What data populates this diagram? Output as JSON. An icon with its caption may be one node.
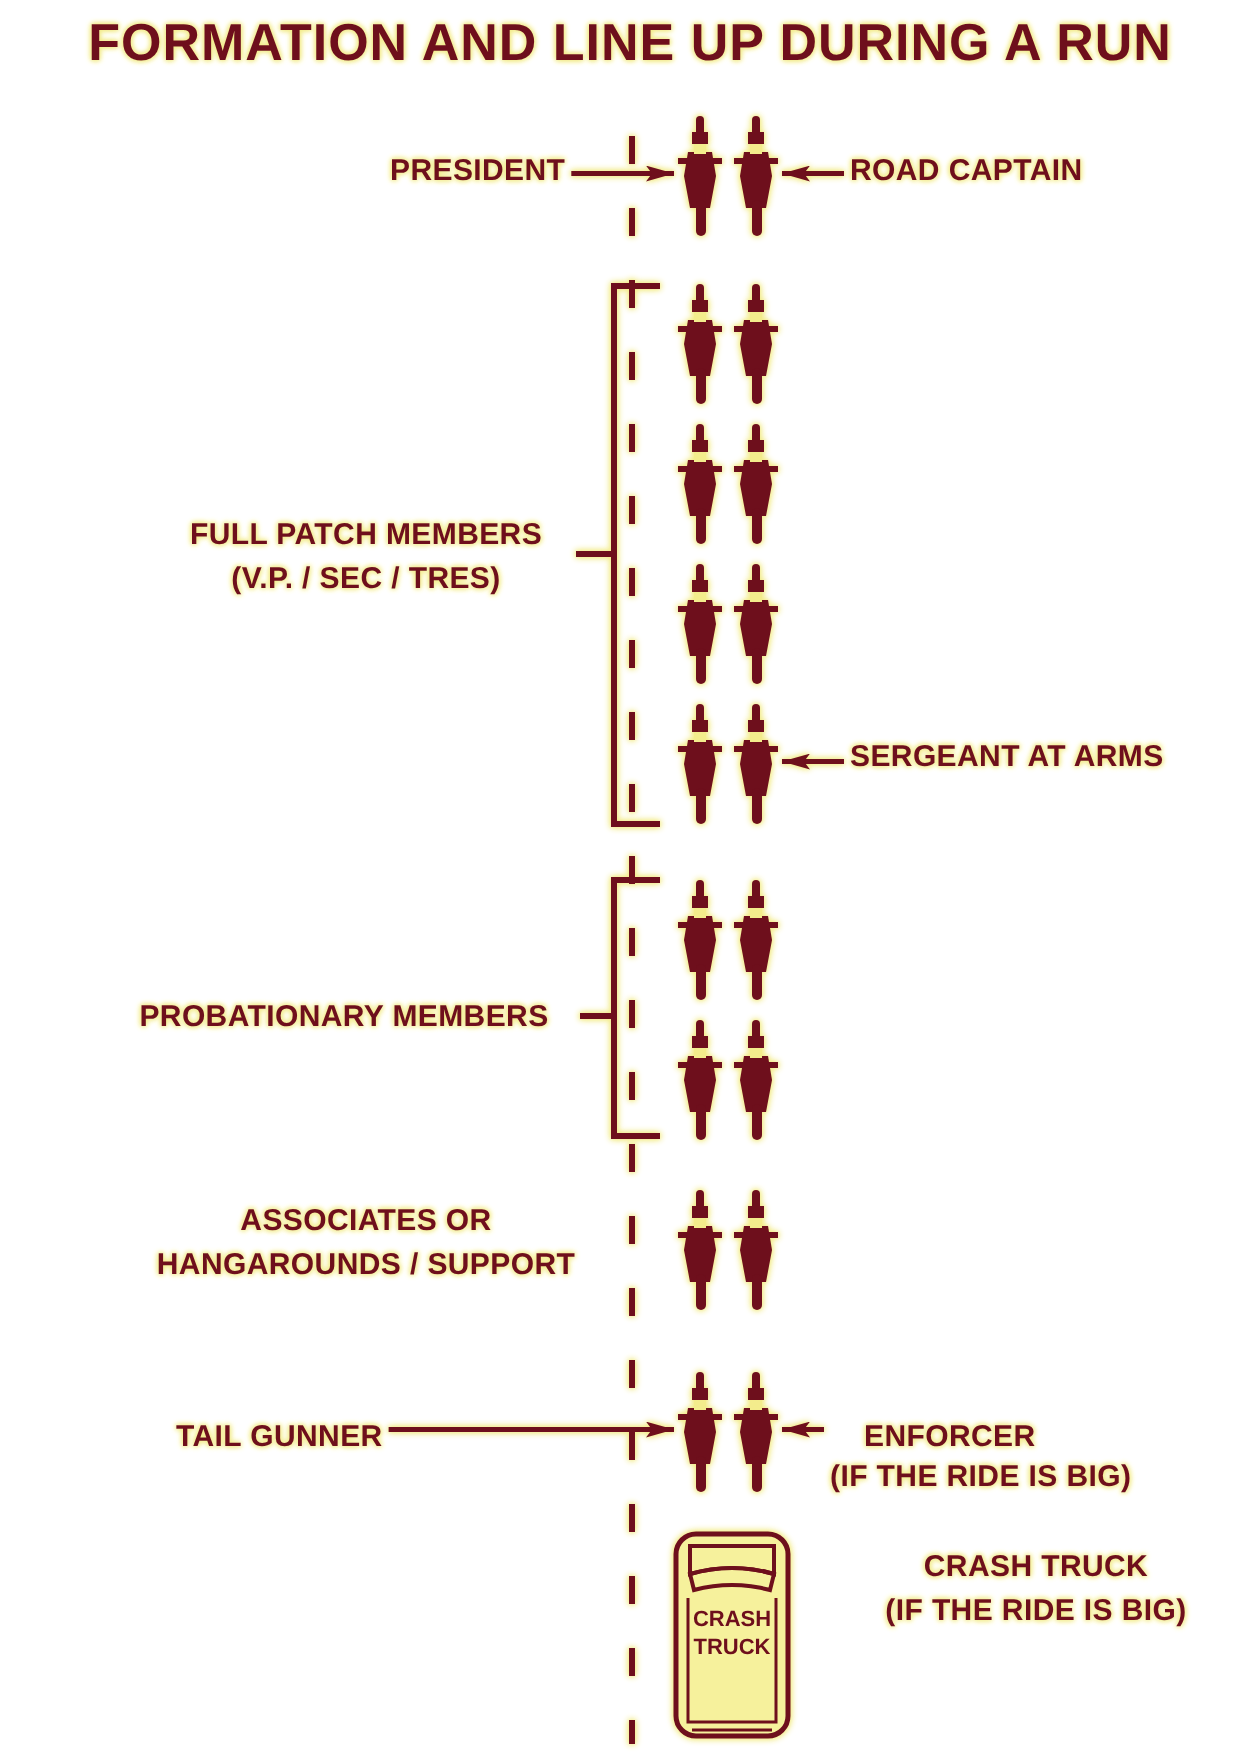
{
  "diagram": {
    "title": "FORMATION AND LINE UP DURING A RUN",
    "nodes": [
      {
        "text": [
          "PRESIDENT"
        ]
      },
      {
        "text": [],
        "shape": "picture"
      },
      {
        "text": [],
        "shape": "picture"
      },
      {
        "text": [
          "ROAD CAPTAIN"
        ]
      },
      {
        "text": [
          "SERGEANT AT ARMS"
        ]
      },
      {
        "text": [],
        "shape": "picture"
      },
      {
        "text": [
          "TAIL GUNNER"
        ]
      },
      {
        "text": [],
        "shape": "picture"
      },
      {
        "text": [],
        "shape": "picture"
      },
      {
        "text": [
          "ENFORCER",
          "(IF THE RIDE IS BIG)"
        ]
      },
      {
        "text": [
          "CRASH TRUCK"
        ],
        "beside": [
          "CRASH TRUCK",
          "(IF THE RIDE IS BIG)"
        ]
      }
    ],
    "edges": [
      {
        "from": 0,
        "to": 1,
        "arrow": "to"
      },
      {
        "from": 3,
        "to": 2,
        "arrow": "to"
      },
      {
        "from": 4,
        "to": 5,
        "arrow": "to"
      },
      {
        "from": 6,
        "to": 7,
        "arrow": "to"
      },
      {
        "from": 9,
        "to": 8,
        "arrow": "to"
      }
    ],
    "labels": [
      "FULL PATCH MEMBERS (V.P. / SEC / TRES)",
      "PROBATIONARY MEMBERS",
      "ASSOCIATES OR HANGAROUNDS / SUPPORT"
    ]
  }
}
